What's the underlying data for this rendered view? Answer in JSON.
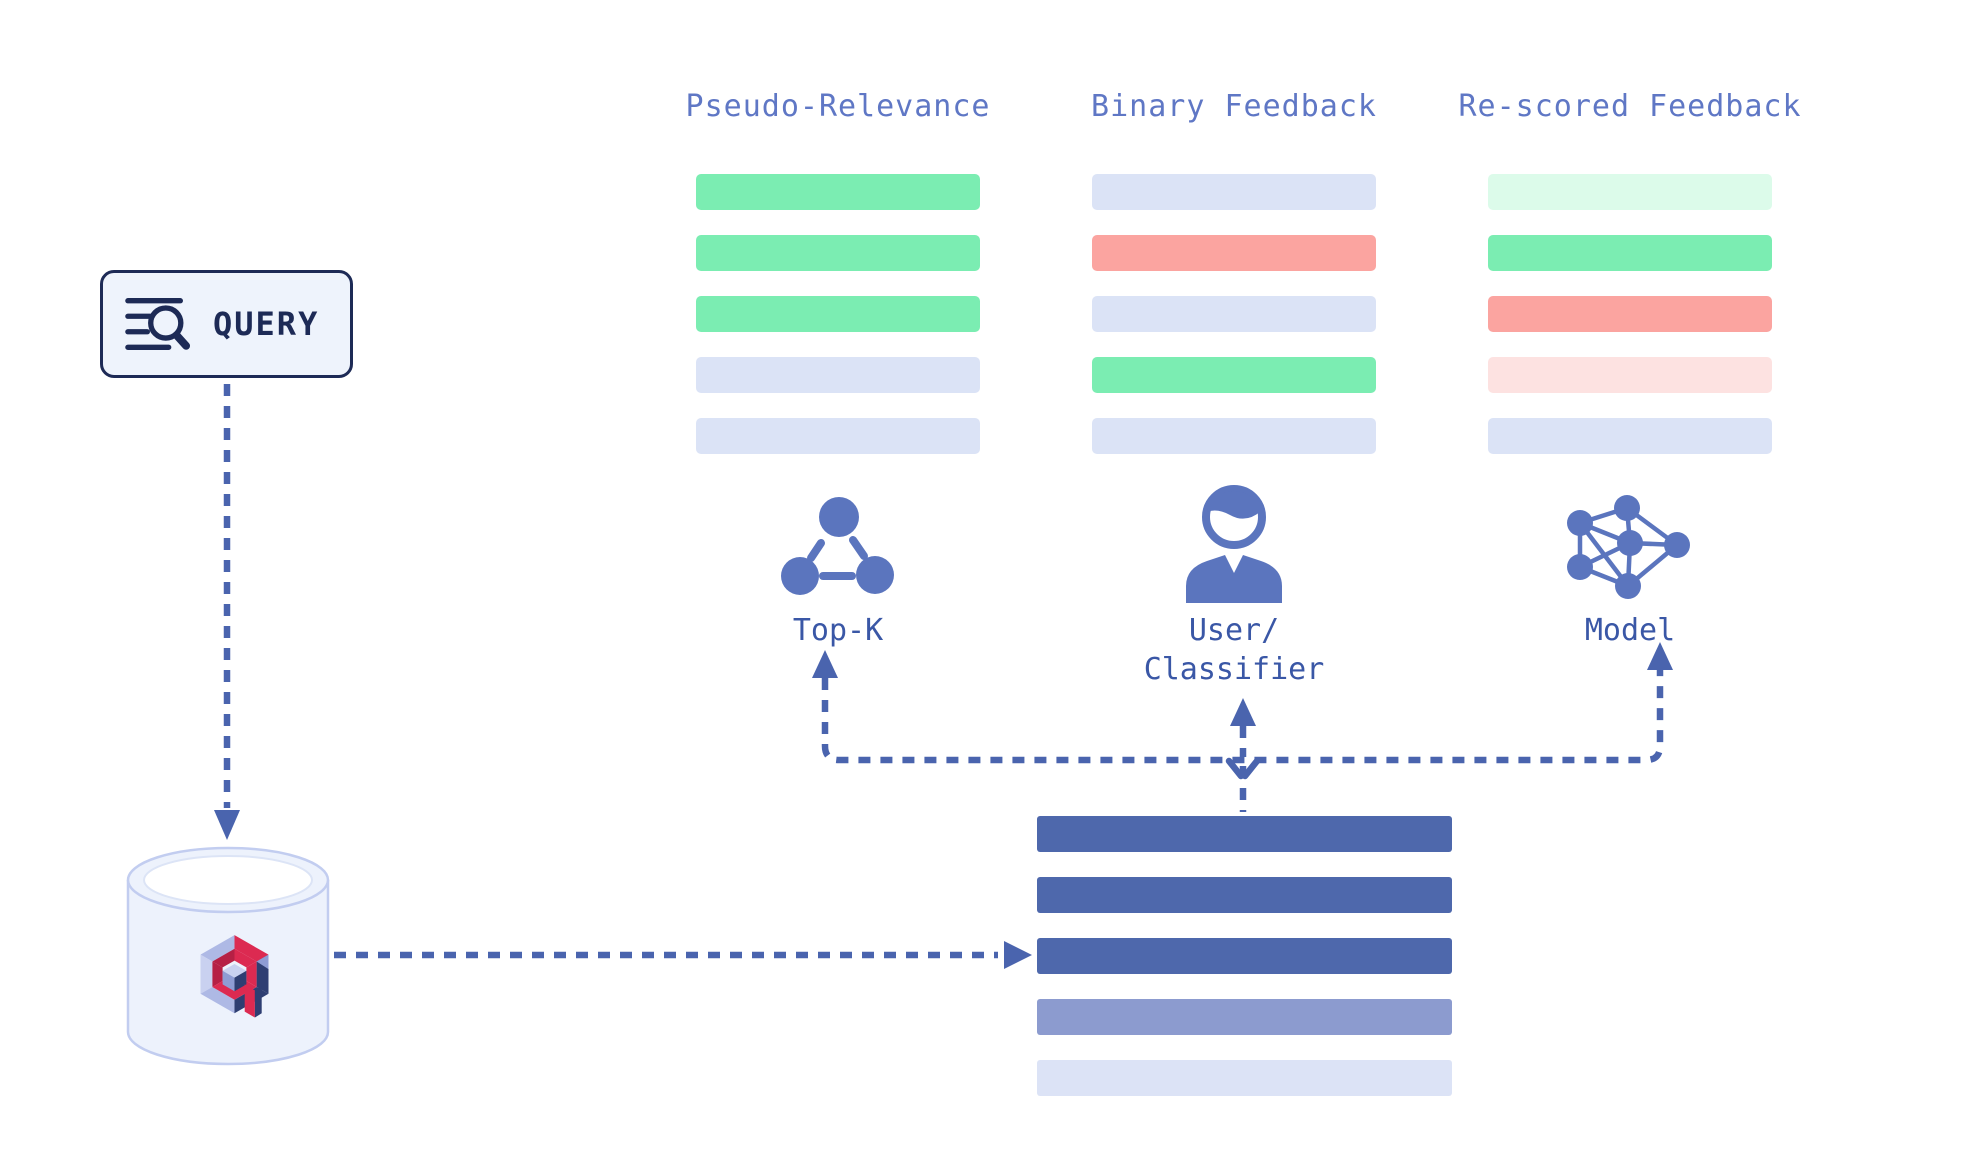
{
  "query": {
    "label": "QUERY"
  },
  "columns": [
    {
      "title": "Pseudo-Relevance",
      "label": "Top-K",
      "icon": "cluster-graph-icon",
      "bars": [
        "bar_green",
        "bar_green",
        "bar_green",
        "bar_neutral",
        "bar_neutral"
      ]
    },
    {
      "title": "Binary Feedback",
      "label": "User/\nClassifier",
      "icon": "person-icon",
      "bars": [
        "bar_neutral",
        "bar_red",
        "bar_neutral",
        "bar_green",
        "bar_neutral"
      ]
    },
    {
      "title": "Re-scored Feedback",
      "label": "Model",
      "icon": "neural-network-icon",
      "bars": [
        "bar_green_faint",
        "bar_green",
        "bar_red",
        "bar_red_faint",
        "bar_neutral"
      ]
    }
  ],
  "result_list": {
    "bars": [
      "list_primary",
      "list_primary",
      "list_primary",
      "list_secondary",
      "list_tertiary"
    ]
  },
  "database": {
    "logo": "qdrant-logo"
  },
  "colors": {
    "bar_green": "#7BEDB2",
    "bar_green_faint": "#DCFBEA",
    "bar_red": "#FBA4A0",
    "bar_red_faint": "#FDE2E1",
    "bar_neutral": "#DBE3F6",
    "list_primary": "#4E68AC",
    "list_secondary": "#8C9BCF",
    "list_tertiary": "#DCE3F6",
    "arrow": "#4A64AE",
    "icon": "#5B75BE",
    "header_text": "#5F77C5",
    "label_text": "#3A57A6",
    "query_text": "#1D2A56",
    "db_fill": "#EDF2FC",
    "db_stroke": "#C2CDF0",
    "qdrant_red": "#DC2A51",
    "qdrant_red_dark": "#B62045",
    "qdrant_blue_light": "#AEB9E5",
    "qdrant_blue_mid": "#8E9CD4",
    "qdrant_navy": "#2E3E72",
    "qdrant_lavender": "#C9D1F0"
  }
}
